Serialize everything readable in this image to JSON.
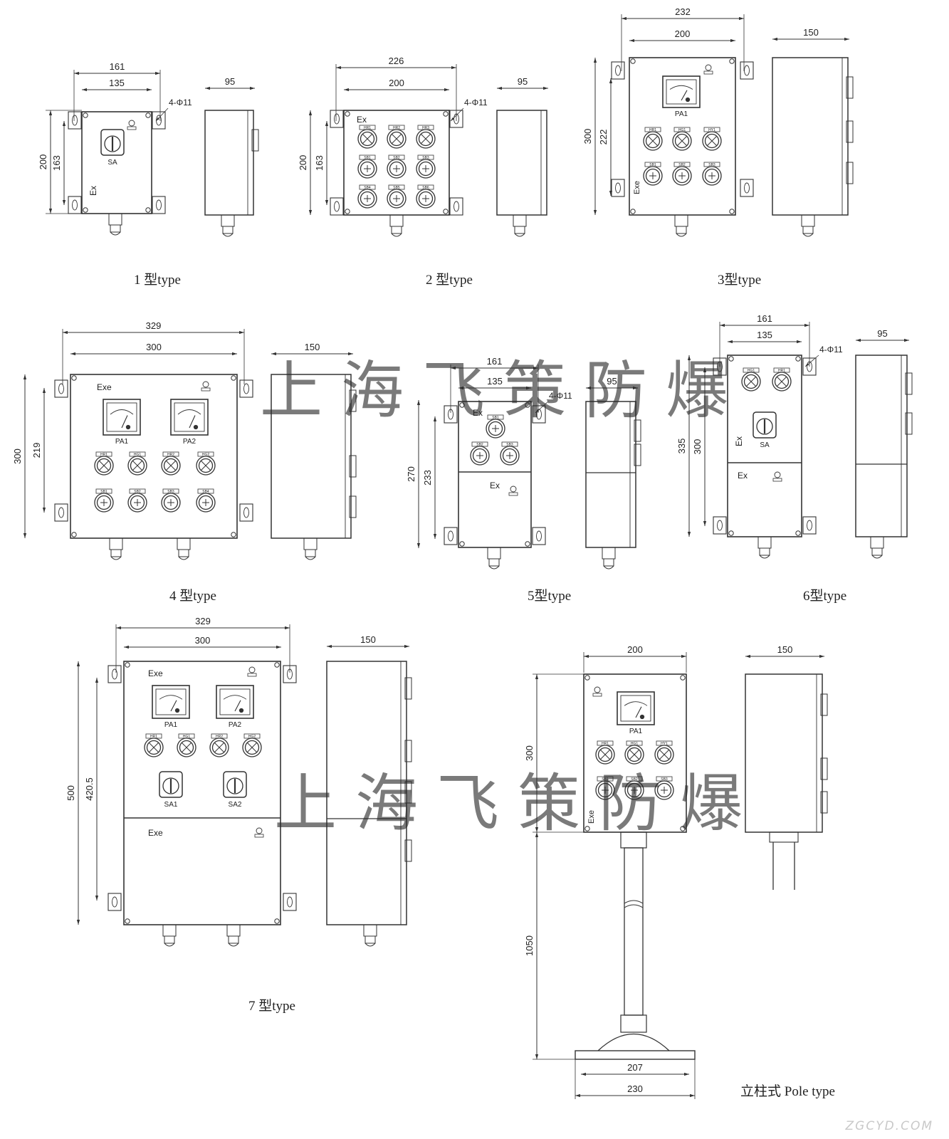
{
  "palette": {
    "line": "#333333",
    "text": "#222222",
    "watermark": "#3c3c3c"
  },
  "captions": {
    "t1": "1 型type",
    "t2": "2 型type",
    "t3": "3型type",
    "t4": "4 型type",
    "t5": "5型type",
    "t6": "6型type",
    "t7": "7 型type",
    "pole": "立柱式 Pole type"
  },
  "watermark": "上海飞策防爆",
  "site": "ZGCYD.COM",
  "dims": {
    "t1": {
      "w_outer": "161",
      "w_inner": "135",
      "h_outer": "200",
      "h_inner": "163",
      "holes": "4-Φ11",
      "depth": "95"
    },
    "t2": {
      "w_outer": "226",
      "w_inner": "200",
      "h_outer": "200",
      "h_inner": "163",
      "holes": "4-Φ11",
      "depth": "95"
    },
    "t3": {
      "w_outer": "232",
      "w_inner": "200",
      "h_outer": "300",
      "h_inner": "222",
      "depth": "150"
    },
    "t4": {
      "w_outer": "329",
      "w_inner": "300",
      "h_outer": "300",
      "h_inner": "219",
      "depth": "150"
    },
    "t5": {
      "w_outer": "161",
      "w_inner": "135",
      "h_outer": "270",
      "h_inner": "233",
      "holes": "4-Φ11",
      "depth": "95"
    },
    "t6": {
      "w_outer": "161",
      "w_inner": "135",
      "h_outer": "335",
      "h_inner": "300",
      "holes": "4-Φ11",
      "depth": "95"
    },
    "t7": {
      "w_outer": "329",
      "w_inner": "300",
      "h_outer": "500",
      "h_inner": "420.5",
      "depth": "150"
    },
    "pole": {
      "w": "200",
      "h_box": "300",
      "h_pole": "1050",
      "base_inner": "207",
      "base_outer": "230",
      "depth": "150"
    }
  },
  "panel": {
    "ex": "Ex",
    "exe": "Exe",
    "t1": {
      "switch": "SA"
    },
    "t2": {
      "lamps": [
        "HR1",
        "HR2",
        "HR3"
      ],
      "buttons1": [
        "SB1",
        "SB2",
        "SB3"
      ],
      "buttons2": [
        "SB4",
        "SB5",
        "SB6"
      ]
    },
    "t3": {
      "meter": "PA1",
      "lamps": [
        "HR1",
        "HG1",
        "HY1"
      ],
      "buttons": [
        "SB1",
        "SB2",
        "SB3"
      ]
    },
    "t4": {
      "meters": [
        "PA1",
        "PA2"
      ],
      "lamps": [
        "HR1",
        "HG1",
        "HR2",
        "HG2"
      ],
      "buttons": [
        "SB1",
        "SB2",
        "SB3",
        "SB4"
      ]
    },
    "t5": {
      "buttons": [
        "SB1",
        "SB2",
        "SB3"
      ]
    },
    "t6": {
      "lamps": [
        "HG1",
        "HR1"
      ],
      "switch": "SA"
    },
    "t7": {
      "meters": [
        "PA1",
        "PA2"
      ],
      "lamps": [
        "HR1",
        "HG1",
        "HR2",
        "HG2"
      ],
      "switches": [
        "SA1",
        "SA2"
      ]
    },
    "pole": {
      "meter": "PA1",
      "lamps": [
        "HR1",
        "HG1",
        "HY1"
      ],
      "buttons": [
        "SB1",
        "SB2",
        "SB3"
      ]
    }
  }
}
